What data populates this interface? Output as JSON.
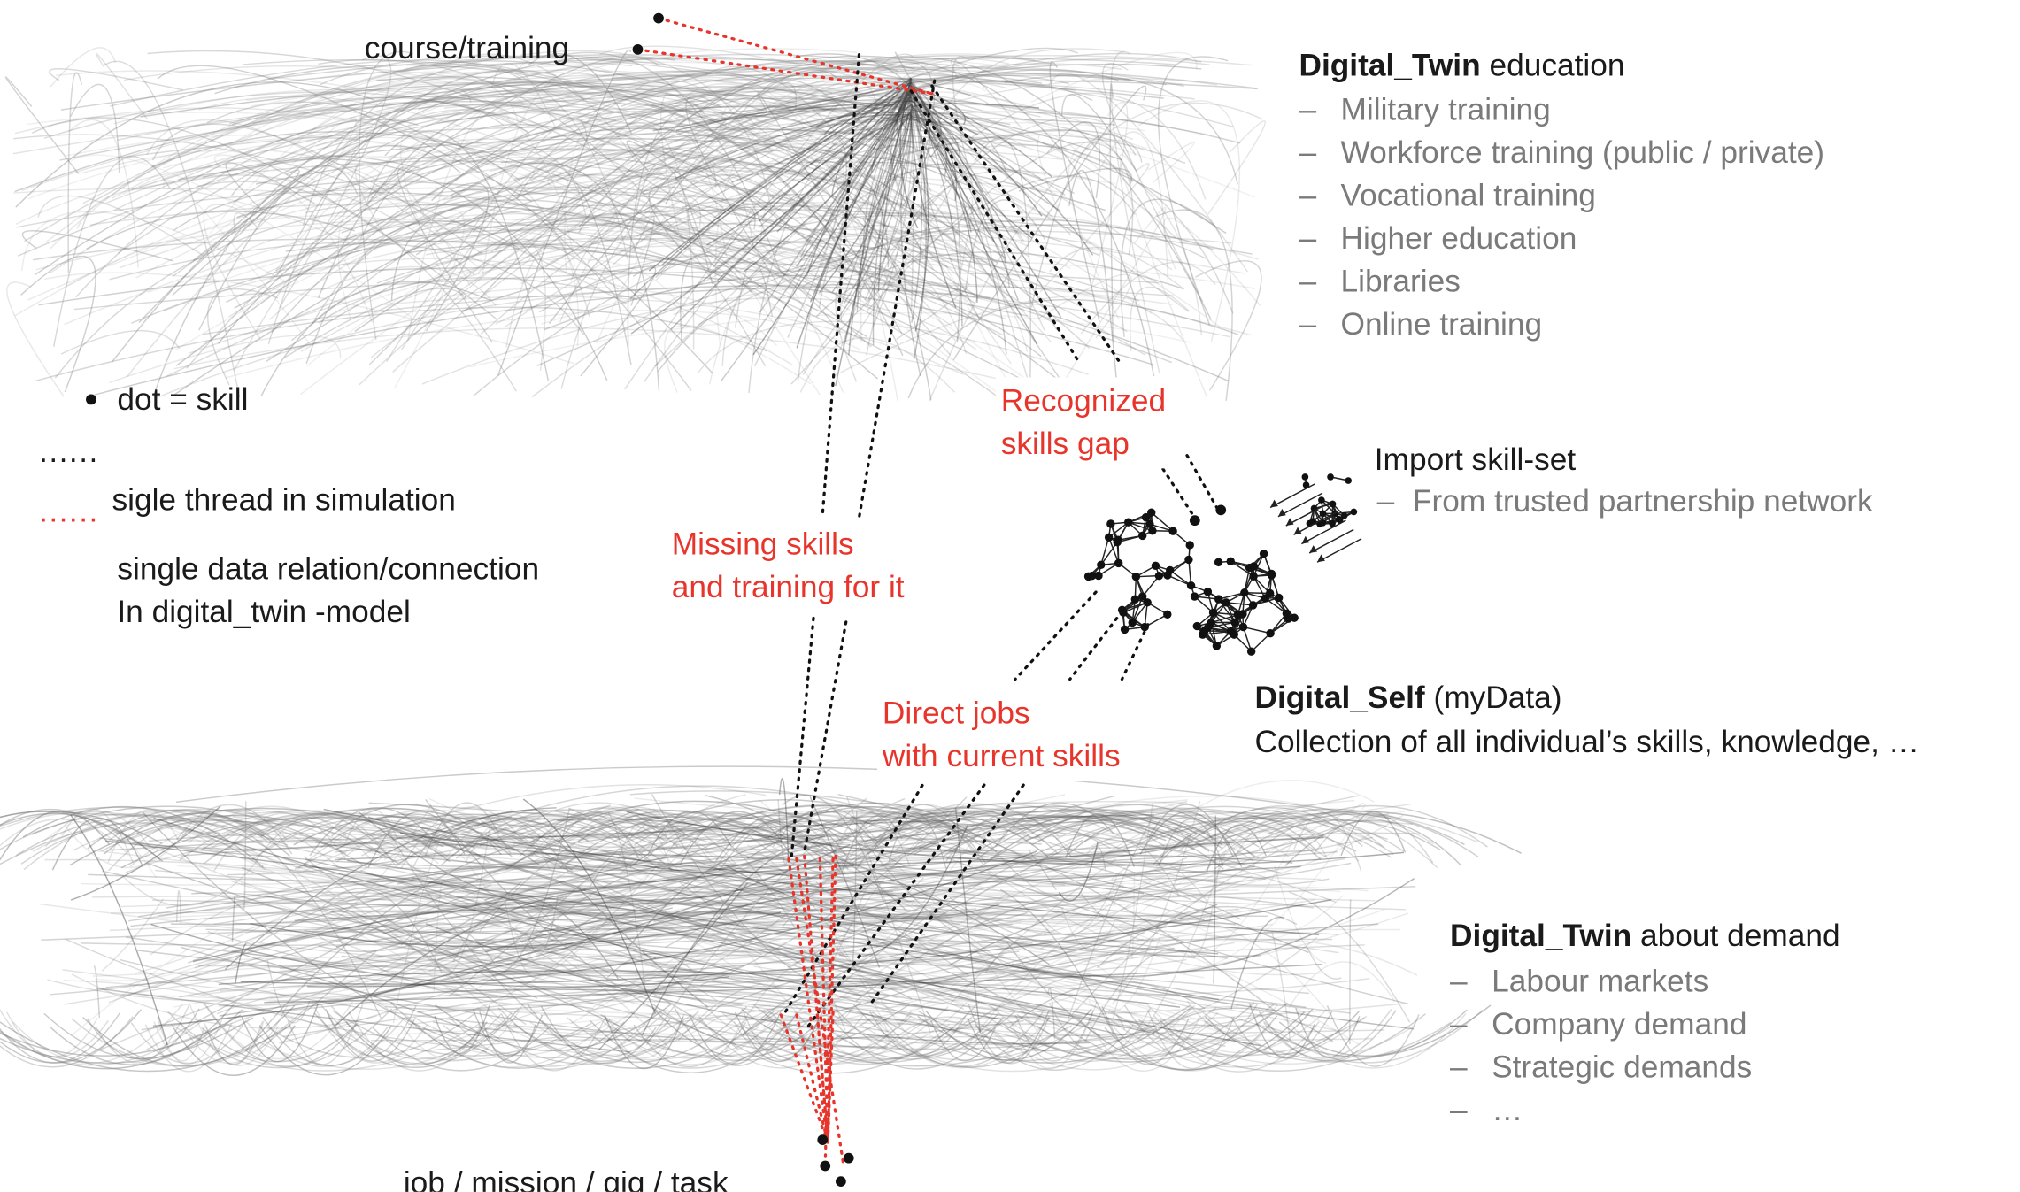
{
  "labels": {
    "course_training": "course/training",
    "job_mission": "job / mission / gig / task",
    "recognized_gap": [
      "Recognized",
      "skills gap"
    ],
    "missing_skills": [
      "Missing skills",
      "and training for it"
    ],
    "direct_jobs": [
      "Direct jobs",
      "with current skills"
    ]
  },
  "legend": {
    "dot": "dot = skill",
    "black_dots": "......",
    "red_dots": "......",
    "red_desc": "sigle thread in simulation",
    "black_desc": [
      "single data relation/connection",
      "In digital_twin -model"
    ]
  },
  "education": {
    "title_bold": "Digital_Twin",
    "title_rest": " education",
    "dash": "–",
    "items": [
      "Military training",
      "Workforce training (public / private)",
      "Vocational training",
      "Higher education",
      "Libraries",
      "Online training"
    ]
  },
  "import": {
    "title": "Import skill-set",
    "dash": "–",
    "item": "From trusted partnership network"
  },
  "self": {
    "title_bold": "Digital_Self",
    "title_rest": " (myData)",
    "desc": "Collection of all individual’s skills, knowledge, …"
  },
  "demand": {
    "title_bold": "Digital_Twin",
    "title_rest": " about demand",
    "dash": "–",
    "items": [
      "Labour markets",
      "Company demand",
      "Strategic demands",
      "…"
    ]
  },
  "colors": {
    "accent_red": "#e8352c",
    "text_gray": "#7a7a7a",
    "text_black": "#1a1a1a",
    "edge_gray": "#808080"
  }
}
